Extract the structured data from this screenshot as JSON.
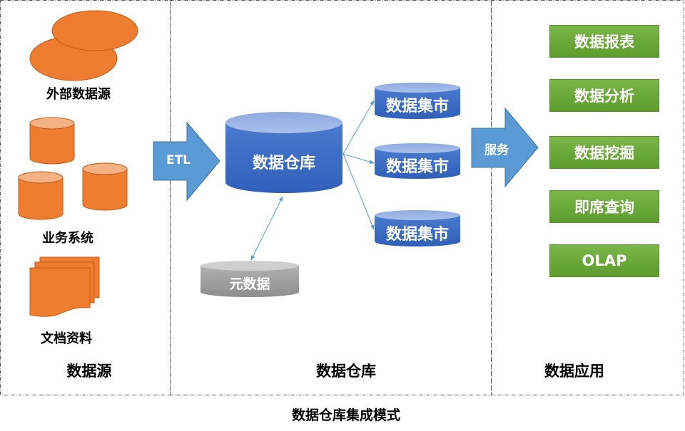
{
  "diagram": {
    "caption": "数据仓库集成模式",
    "colors": {
      "source": "#ed7d31",
      "warehouse": "#4472c4",
      "arrow": "#5b9bd5",
      "app": "#70ad47",
      "metadata": "#a5a5a5"
    },
    "sections": [
      {
        "id": "source",
        "title": "数据源"
      },
      {
        "id": "warehouse",
        "title": "数据仓库"
      },
      {
        "id": "application",
        "title": "数据应用"
      }
    ],
    "sources": {
      "external": "外部数据源",
      "business": "业务系统",
      "documents": "文档资料"
    },
    "etl_label": "ETL",
    "warehouse_label": "数据仓库",
    "metadata_label": "元数据",
    "data_marts": [
      "数据集市",
      "数据集市",
      "数据集市"
    ],
    "service_label": "服务",
    "applications": [
      "数据报表",
      "数据分析",
      "数据挖掘",
      "即席查询",
      "OLAP"
    ]
  }
}
